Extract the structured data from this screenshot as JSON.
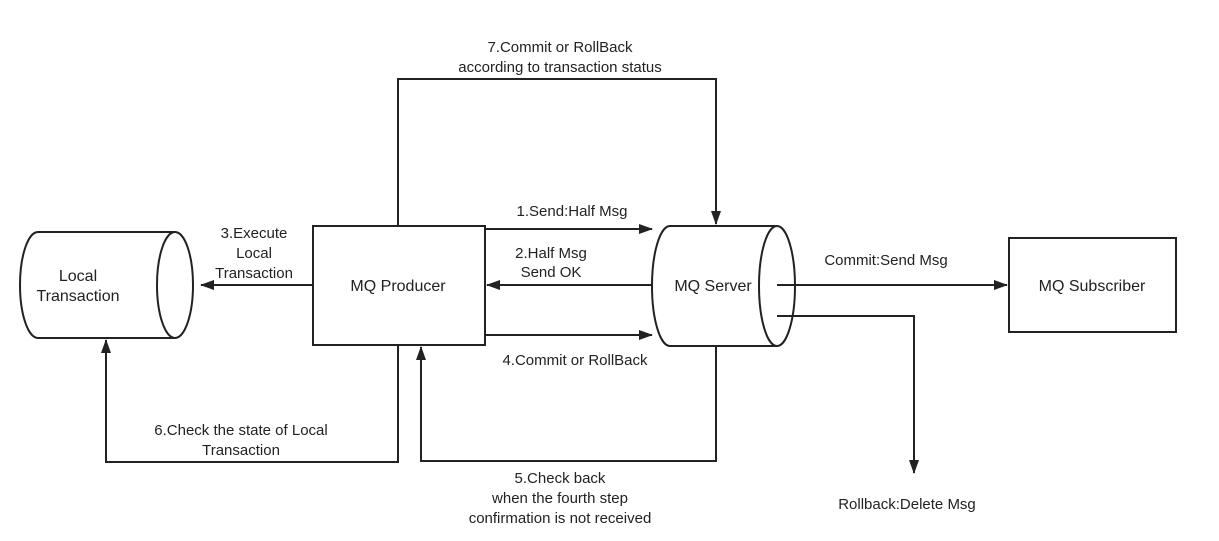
{
  "nodes": {
    "local_transaction": [
      "Local",
      "Transaction"
    ],
    "mq_producer": "MQ Producer",
    "mq_server": "MQ Server",
    "mq_subscriber": "MQ Subscriber"
  },
  "edges": {
    "step1": [
      "1.Send:Half Msg"
    ],
    "step2": [
      "2.Half Msg",
      "Send OK"
    ],
    "step3": [
      "3.Execute",
      "Local",
      "Transaction"
    ],
    "step4": [
      "4.Commit or RollBack"
    ],
    "step5": [
      "5.Check back",
      "when the fourth step",
      "confirmation is not received"
    ],
    "step6": [
      "6.Check the state of Local",
      "Transaction"
    ],
    "step7": [
      "7.Commit or RollBack",
      "according to transaction status"
    ],
    "commit_send": [
      "Commit:Send Msg"
    ],
    "rollback_delete": [
      "Rollback:Delete Msg"
    ]
  }
}
